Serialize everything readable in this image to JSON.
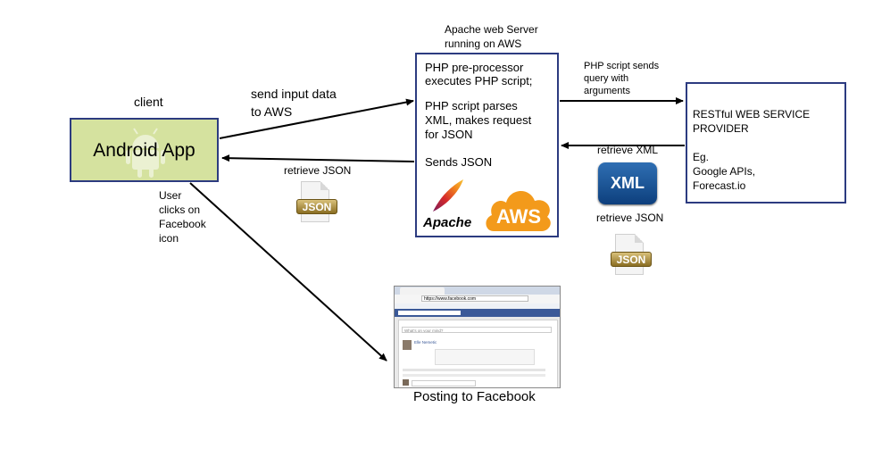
{
  "labels": {
    "client": "client",
    "send_input": "send input data",
    "send_input_2": "to AWS",
    "retrieve_json_left": "retrieve JSON",
    "user_clicks": [
      "User",
      "clicks on",
      "Facebook",
      "icon"
    ],
    "apache_title_1": "Apache web Server",
    "apache_title_2": "running on AWS",
    "php_sends_1": "PHP script sends",
    "php_sends_2": "query with",
    "php_sends_3": "arguments",
    "retrieve_xml": "retrieve XML",
    "retrieve_json_right": "retrieve JSON",
    "posting_to_facebook": "Posting to Facebook"
  },
  "client_box": {
    "title": "Android App"
  },
  "server_box": {
    "lines": [
      "PHP pre-processor",
      "executes PHP script;",
      "PHP script parses",
      "XML, makes request",
      "for JSON",
      "Sends JSON"
    ],
    "apache_logo": "Apache",
    "aws_logo": "AWS"
  },
  "rest_box": {
    "lines": [
      "RESTful WEB SERVICE",
      "PROVIDER",
      "Eg.",
      "Google APIs,",
      "Forecast.io"
    ]
  },
  "icons": {
    "json_label": "JSON",
    "xml_label": "XML"
  },
  "facebook_shot": {
    "address": "https://www.facebook.com",
    "status_placeholder": "What's on your mind?",
    "poster": "Elle Nemetic"
  },
  "colors": {
    "box_border": "#2c3b80",
    "app_fill": "#d5e29f",
    "aws_orange": "#f39a1b",
    "xml_blue": "#1f5aa0"
  }
}
